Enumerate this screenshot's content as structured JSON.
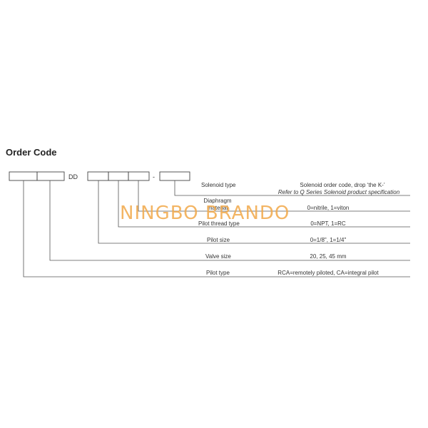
{
  "title": "Order Code",
  "prefix": "DD",
  "separator": "-",
  "watermark": "NINGBO BRANDO",
  "rows": [
    {
      "label": "Solenoid type",
      "desc_lines": [
        "Solenoid order code, drop ‘the K-’",
        "Refer to Q Series Solenoid product specification"
      ]
    },
    {
      "label_lines": [
        "Diaphragm",
        "material"
      ],
      "desc": "0=nitrile, 1=viton"
    },
    {
      "label": "Pilot thread type",
      "desc": "0=NPT, 1=RC"
    },
    {
      "label": "Pilot size",
      "desc": "0=1/8\", 1=1/4\""
    },
    {
      "label": "Valve size",
      "desc": "20, 25, 45 mm"
    },
    {
      "label": "Pilot type",
      "desc": "RCA=remotely piloted, CA=integral pilot"
    }
  ]
}
